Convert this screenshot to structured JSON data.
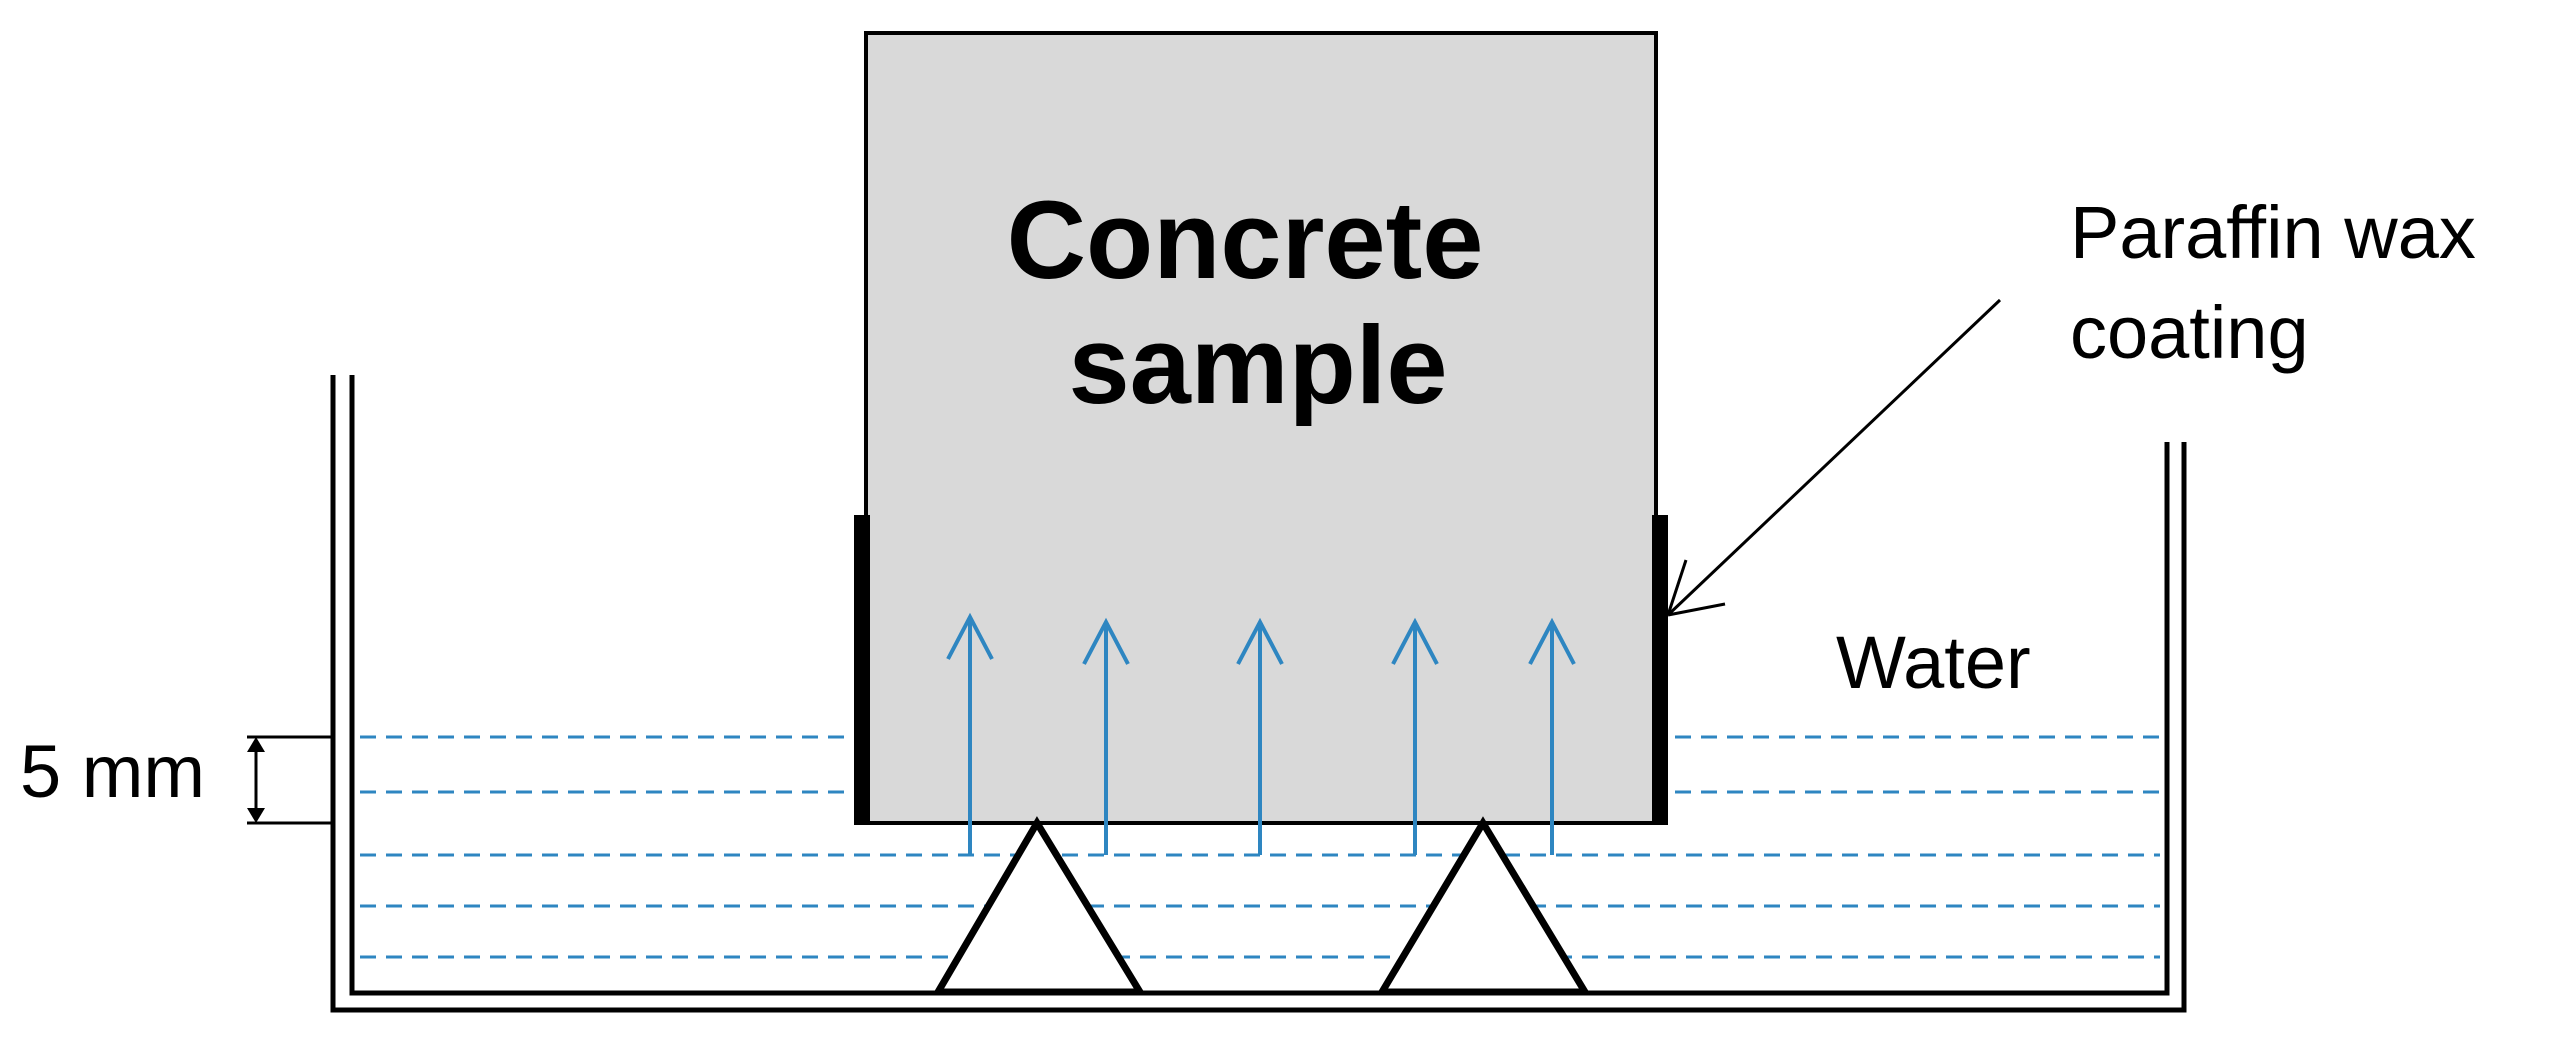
{
  "sample": {
    "title_line1": "Concrete",
    "title_line2": "sample"
  },
  "labels": {
    "coating_line1": "Paraffin wax",
    "coating_line2": "coating",
    "water": "Water",
    "gap": "5 mm"
  },
  "colors": {
    "sample_fill": "#d9d9d9",
    "outline": "#000000",
    "water_line": "#2e86c1",
    "arrow": "#2e86c1",
    "background": "#ffffff"
  },
  "counts": {
    "water_lines": 5,
    "capillary_arrows": 5,
    "supports": 2
  }
}
